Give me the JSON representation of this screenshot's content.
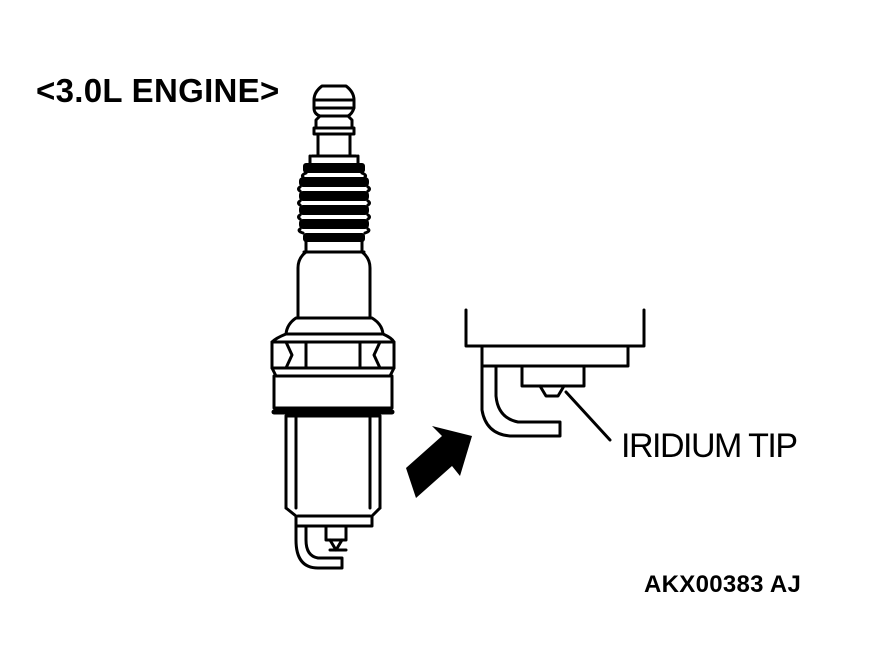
{
  "labels": {
    "engine": "<3.0L ENGINE>",
    "tip": "IRIDIUM TIP",
    "code": "AKX00383 AJ"
  },
  "parts": [
    "spark-plug-terminal",
    "spark-plug-insulator-ribs",
    "spark-plug-hex-nut",
    "spark-plug-thread-body",
    "spark-plug-ground-electrode",
    "detail-arrow-icon",
    "electrode-detail-view"
  ],
  "colors": {
    "line": "#000000",
    "background": "#ffffff"
  }
}
